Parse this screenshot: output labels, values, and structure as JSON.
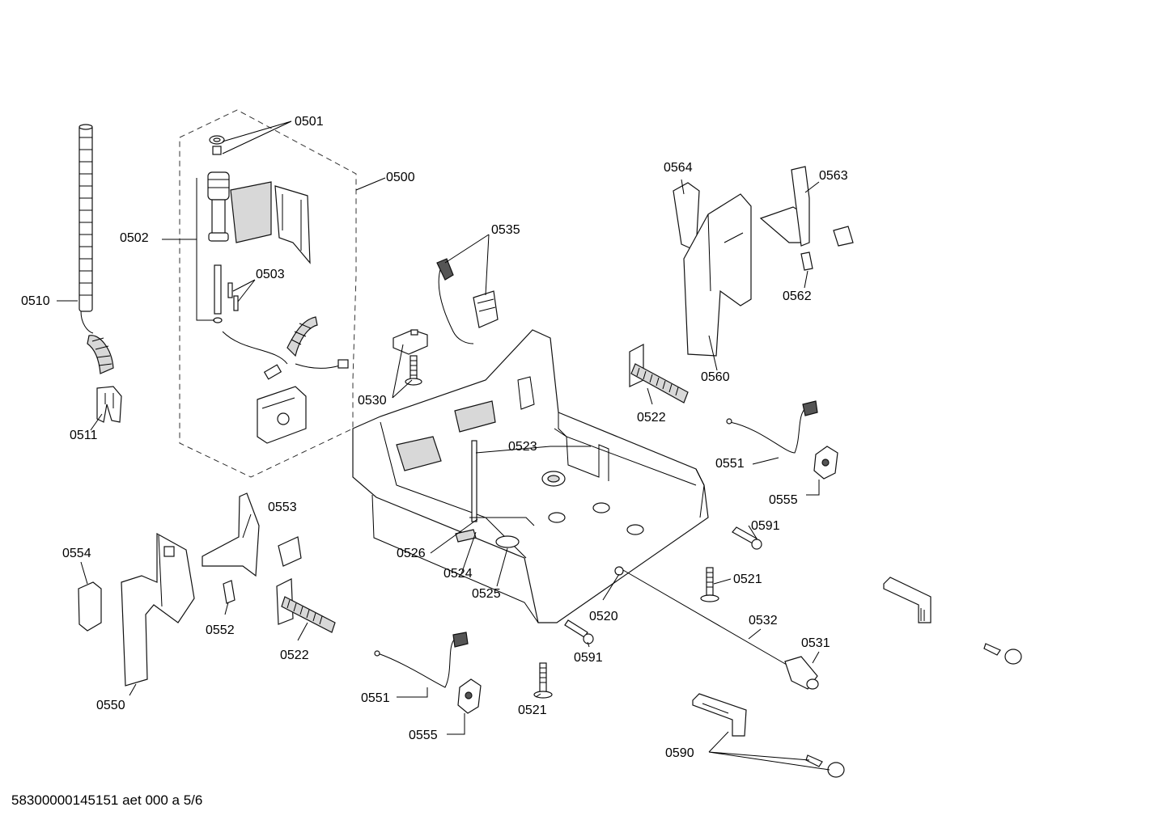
{
  "diagram": {
    "labels": {
      "l0501": "0501",
      "l0500": "0500",
      "l0502": "0502",
      "l0503": "0503",
      "l0510": "0510",
      "l0511": "0511",
      "l0535": "0535",
      "l0530": "0530",
      "l0564": "0564",
      "l0563": "0563",
      "l0562": "0562",
      "l0560": "0560",
      "l0522a": "0522",
      "l0523": "0523",
      "l0551a": "0551",
      "l0555a": "0555",
      "l0591a": "0591",
      "l0526": "0526",
      "l0524": "0524",
      "l0525": "0525",
      "l0521a": "0521",
      "l0520": "0520",
      "l0532": "0532",
      "l0531": "0531",
      "l0591b": "0591",
      "l0521b": "0521",
      "l0551b": "0551",
      "l0555b": "0555",
      "l0590": "0590",
      "l0553": "0553",
      "l0554": "0554",
      "l0552": "0552",
      "l0522b": "0522",
      "l0550": "0550"
    },
    "footer": "58300000145151 aet 000 a 5/6"
  }
}
